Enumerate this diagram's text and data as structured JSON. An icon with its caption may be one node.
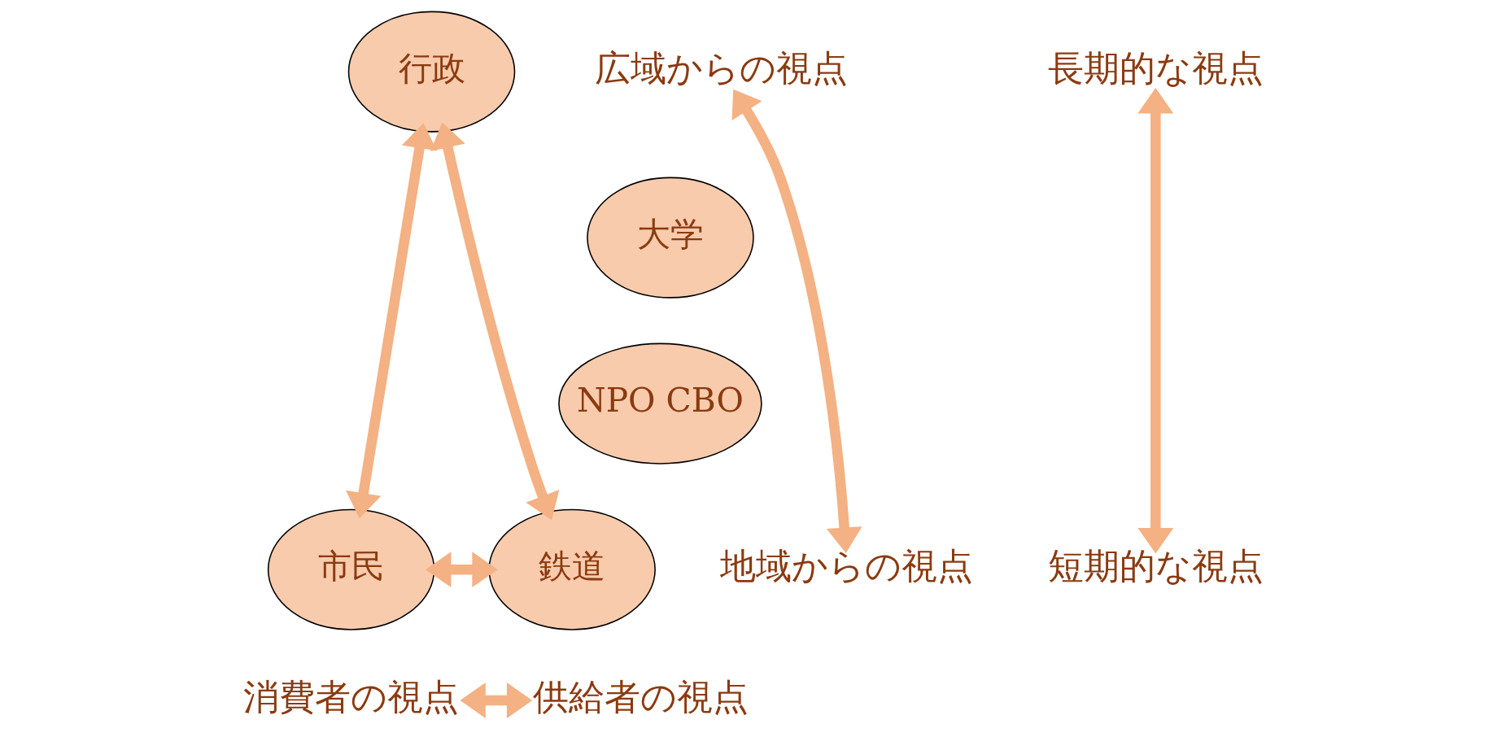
{
  "diagram": {
    "nodes": [
      {
        "text": [
          "広域からの視点"
        ]
      },
      {
        "text": [
          "行政"
        ]
      },
      {
        "text": [
          "長期的な視点"
        ]
      },
      {
        "text": [
          "大学"
        ]
      },
      {
        "text": [
          "NPO CBO"
        ]
      },
      {
        "text": [
          "地域からの視点"
        ]
      },
      {
        "text": [
          "市民"
        ]
      },
      {
        "text": [
          "鉄道"
        ]
      },
      {
        "text": [
          "短期的な視点"
        ]
      },
      {
        "text": [
          "消費者の視点"
        ]
      },
      {
        "text": [
          "供給者の視点"
        ]
      }
    ],
    "edges": [
      {
        "from": 0,
        "to": 5,
        "arrow": "both"
      },
      {
        "from": 2,
        "to": 8,
        "arrow": "both"
      },
      {
        "from": 1,
        "to": 6,
        "arrow": "both"
      },
      {
        "from": 1,
        "to": 7,
        "arrow": "both"
      },
      {
        "from": 6,
        "to": 7,
        "arrow": "both"
      },
      {
        "from": 9,
        "to": 10,
        "arrow": "both"
      }
    ]
  }
}
